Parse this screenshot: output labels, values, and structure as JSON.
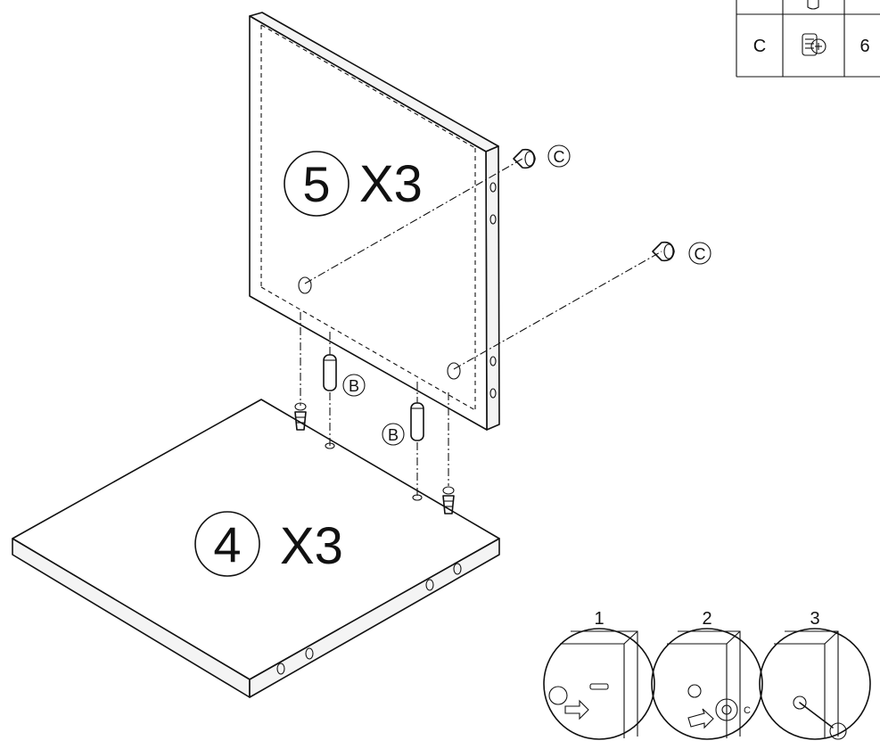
{
  "parts_table": {
    "part_letter": "C",
    "quantity": "6",
    "part_icon": "cam-lock-icon"
  },
  "panel_top": {
    "part_number": "5",
    "multiplier": "X3"
  },
  "panel_bottom": {
    "part_number": "4",
    "multiplier": "X3"
  },
  "callouts": {
    "cam_upper": "C",
    "cam_lower": "C",
    "dowel_left": "B",
    "dowel_right": "B"
  },
  "steps": {
    "step1_number": "1",
    "step2_number": "2",
    "step3_number": "3",
    "step2_part_letter": "C"
  }
}
